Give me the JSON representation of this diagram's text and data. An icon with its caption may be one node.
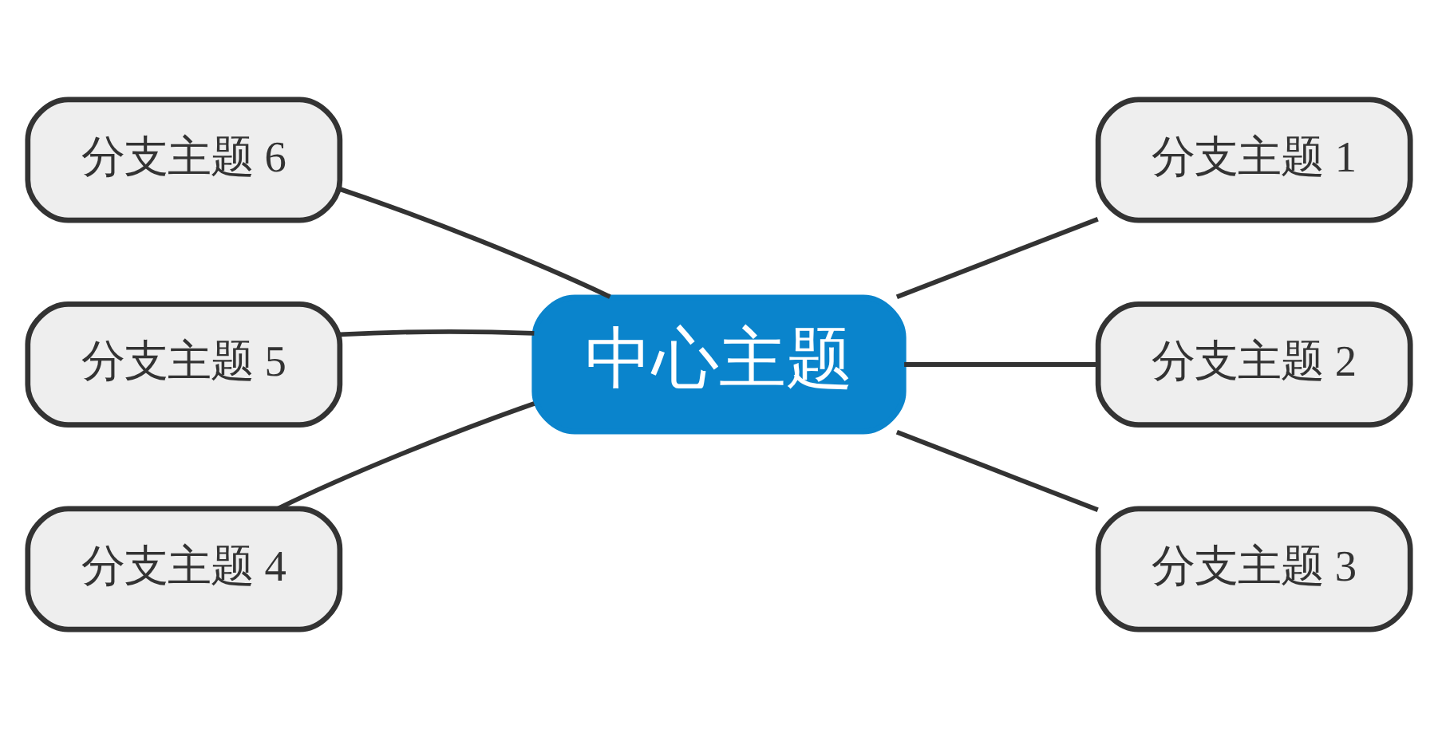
{
  "diagram": {
    "nodes": [
      {
        "text": [
          "中心主题"
        ]
      },
      {
        "text": [
          "分支主题 1"
        ]
      },
      {
        "text": [
          "分支主题 2"
        ]
      },
      {
        "text": [
          "分支主题 3"
        ]
      },
      {
        "text": [
          "分支主题 4"
        ]
      },
      {
        "text": [
          "分支主题 5"
        ]
      },
      {
        "text": [
          "分支主题 6"
        ]
      }
    ],
    "edges": [
      {
        "from": 0,
        "to": 1,
        "arrow": "none"
      },
      {
        "from": 0,
        "to": 2,
        "arrow": "none"
      },
      {
        "from": 0,
        "to": 3,
        "arrow": "none"
      },
      {
        "from": 0,
        "to": 4,
        "arrow": "none"
      },
      {
        "from": 0,
        "to": 5,
        "arrow": "none"
      },
      {
        "from": 0,
        "to": 6,
        "arrow": "none"
      }
    ]
  }
}
